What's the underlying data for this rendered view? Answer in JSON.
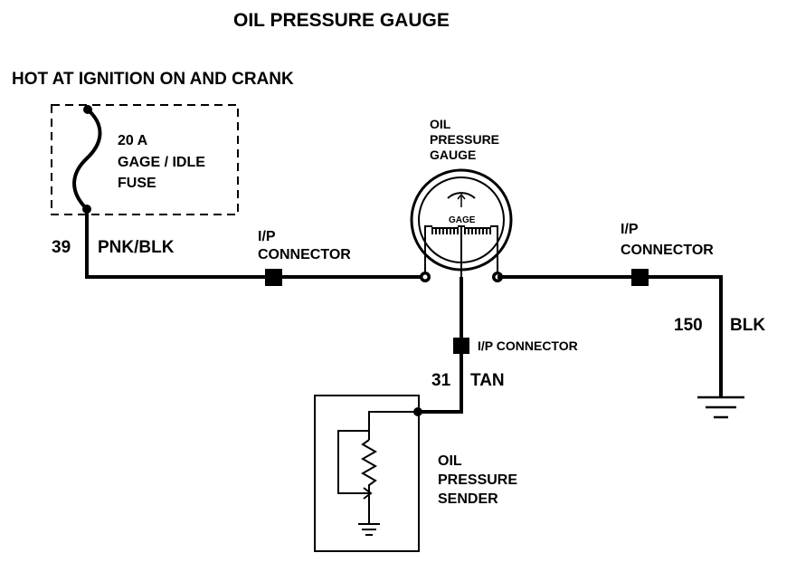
{
  "title": "OIL PRESSURE GAUGE",
  "power_source_label": "HOT AT IGNITION ON AND CRANK",
  "fuse": {
    "rating": "20 A",
    "name_line1": "GAGE / IDLE",
    "name_line2": "FUSE"
  },
  "wires": {
    "feed": {
      "circuit": "39",
      "color": "PNK/BLK"
    },
    "sender": {
      "circuit": "31",
      "color": "TAN"
    },
    "ground": {
      "circuit": "150",
      "color": "BLK"
    }
  },
  "connectors": {
    "left": {
      "line1": "I/P",
      "line2": "CONNECTOR"
    },
    "right": {
      "line1": "I/P",
      "line2": "CONNECTOR"
    },
    "bottom": {
      "label": "I/P CONNECTOR"
    }
  },
  "gauge": {
    "label_line1": "OIL",
    "label_line2": "PRESSURE",
    "label_line3": "GAUGE",
    "face_text": "GAGE"
  },
  "sender": {
    "label_line1": "OIL",
    "label_line2": "PRESSURE",
    "label_line3": "SENDER"
  }
}
